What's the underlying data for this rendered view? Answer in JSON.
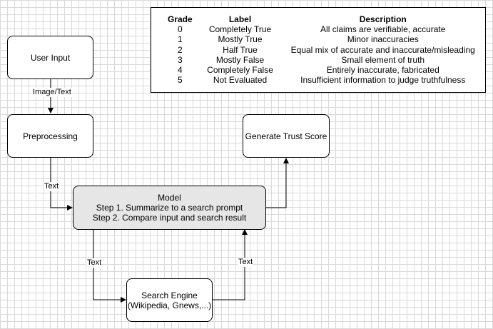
{
  "nodes": {
    "user_input": "User Input",
    "preprocessing": "Preprocessing",
    "model": [
      "Model",
      "Step 1. Summarize to a search prompt",
      "Step 2. Compare input and search result"
    ],
    "search_engine": [
      "Search Engine",
      "(Wikipedia, Gnews,...)"
    ],
    "trust_score": "Generate Trust Score"
  },
  "edge_labels": {
    "input_to_pre": "Image/Text",
    "pre_to_model": "Text",
    "model_to_search": "Text",
    "search_to_model": "Text"
  },
  "legend": {
    "headers": [
      "Grade",
      "Label",
      "Description"
    ],
    "rows": [
      [
        "0",
        "Completely True",
        "All claims are verifiable, accurate"
      ],
      [
        "1",
        "Mostly True",
        "Minor inaccuracies"
      ],
      [
        "2",
        "Half True",
        "Equal mix of accurate and inaccurate/misleading"
      ],
      [
        "3",
        "Mostly False",
        "Small element of truth"
      ],
      [
        "4",
        "Completely False",
        "Entirely inaccurate, fabricated"
      ],
      [
        "5",
        "Not Evaluated",
        "Insufficient information to judge truthfulness"
      ]
    ]
  }
}
